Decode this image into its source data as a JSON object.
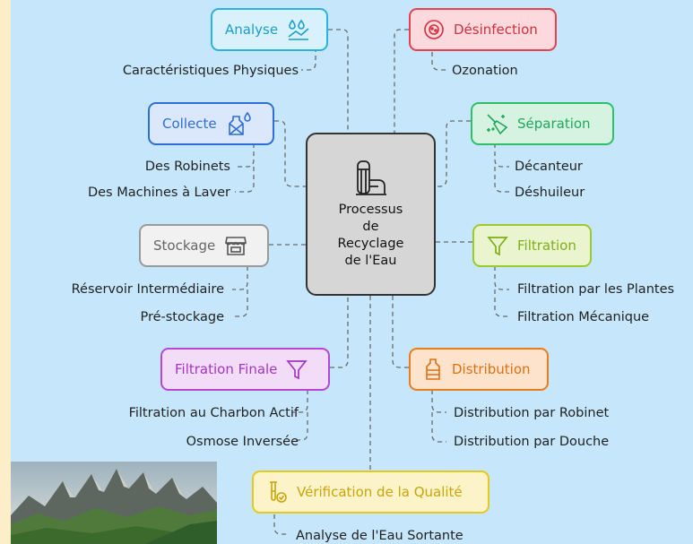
{
  "center": {
    "title": "Processus\nde\nRecyclage\nde l'Eau",
    "icon": "water-tower-icon"
  },
  "colors": {
    "analyse": "#2bb3e0",
    "desinfection": "#e5414e",
    "collecte": "#2d6fd6",
    "separation": "#2fbf6a",
    "stockage": "#9a9a9a",
    "filtration": "#9cc92c",
    "filtration_finale": "#b548d6",
    "distribution": "#ec7c1c",
    "verification": "#e8c81a"
  },
  "nodes": {
    "analyse": {
      "label": "Analyse",
      "icon": "droplets-analysis-icon",
      "leaves": [
        "Caractéristiques Physiques"
      ]
    },
    "desinfection": {
      "label": "Désinfection",
      "icon": "virus-icon",
      "leaves": [
        "Ozonation"
      ]
    },
    "collecte": {
      "label": "Collecte",
      "icon": "bottle-drop-icon",
      "leaves": [
        "Des Robinets",
        "Des Machines à Laver"
      ]
    },
    "separation": {
      "label": "Séparation",
      "icon": "sparkle-broom-icon",
      "leaves": [
        "Décanteur",
        "Déshuileur"
      ]
    },
    "stockage": {
      "label": "Stockage",
      "icon": "store-icon",
      "leaves": [
        "Réservoir Intermédiaire",
        "Pré-stockage"
      ]
    },
    "filtration": {
      "label": "Filtration",
      "icon": "funnel-icon",
      "leaves": [
        "Filtration par les Plantes",
        "Filtration Mécanique"
      ]
    },
    "filtration_finale": {
      "label": "Filtration Finale",
      "icon": "funnel-icon",
      "leaves": [
        "Filtration au Charbon Actif",
        "Osmose Inversée"
      ]
    },
    "distribution": {
      "label": "Distribution",
      "icon": "bottle-icon",
      "leaves": [
        "Distribution par Robinet",
        "Distribution par Douche"
      ]
    },
    "verification": {
      "label": "Vérification de la Qualité",
      "icon": "test-tube-check-icon",
      "leaves": [
        "Analyse de l'Eau Sortante"
      ]
    }
  }
}
